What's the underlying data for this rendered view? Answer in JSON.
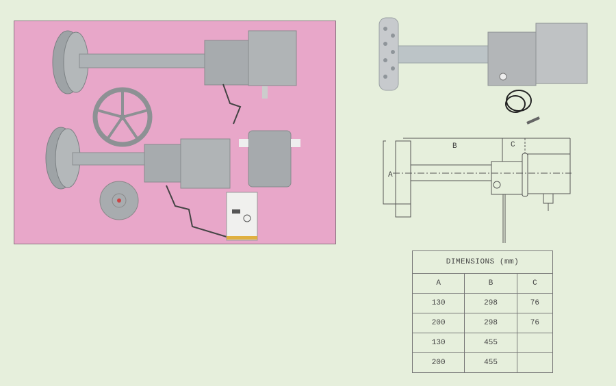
{
  "photos": {
    "left": {
      "description": "Product photo: two motorized wheel-drive units with spare spoked wheel, small wheel, cylindrical motor housing and control box on pink background",
      "background": "#e8a7c9"
    },
    "right": {
      "description": "Product photo: single wheel-drive unit with shaft, gearbox housing and cable assembly"
    }
  },
  "drawing": {
    "labels": {
      "a": "A",
      "b": "B",
      "c": "C"
    }
  },
  "dimensions_table": {
    "title": "DIMENSIONS (mm)",
    "headers": [
      "A",
      "B",
      "C"
    ],
    "rows": [
      [
        "130",
        "298",
        "76"
      ],
      [
        "200",
        "298",
        "76"
      ],
      [
        "130",
        "455",
        ""
      ],
      [
        "200",
        "455",
        ""
      ]
    ]
  },
  "colors": {
    "page_bg": "#e6efdc",
    "photo_bg": "#e8a7c9",
    "unit_gray": "#a9adb0",
    "line": "#555555"
  }
}
